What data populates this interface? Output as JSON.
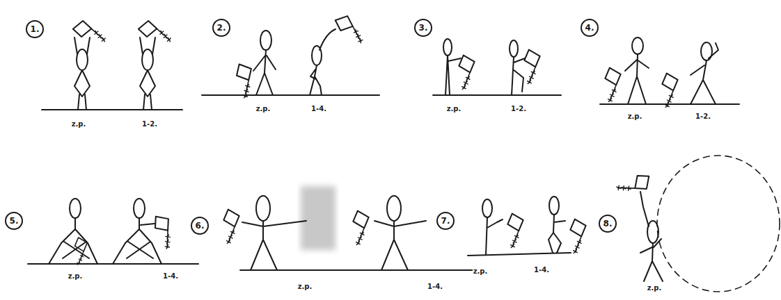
{
  "diagram": {
    "nodes": [
      {
        "text": [
          "1."
        ]
      },
      {
        "text": [
          "2."
        ]
      },
      {
        "text": [
          "3."
        ]
      },
      {
        "text": [
          "4."
        ]
      },
      {
        "text": [
          "5."
        ]
      },
      {
        "text": [
          "6."
        ]
      },
      {
        "text": [
          "7."
        ]
      },
      {
        "text": [
          "8."
        ]
      }
    ],
    "labels": [
      "z.p.",
      "1-2.",
      "z.p.",
      "1-4.",
      "z.p.",
      "1-2.",
      "z.p.",
      "1-2.",
      "z.p.",
      "1-4.",
      "z.p.",
      "1-4.",
      "z.p.",
      "1-4.",
      "z.p."
    ]
  }
}
